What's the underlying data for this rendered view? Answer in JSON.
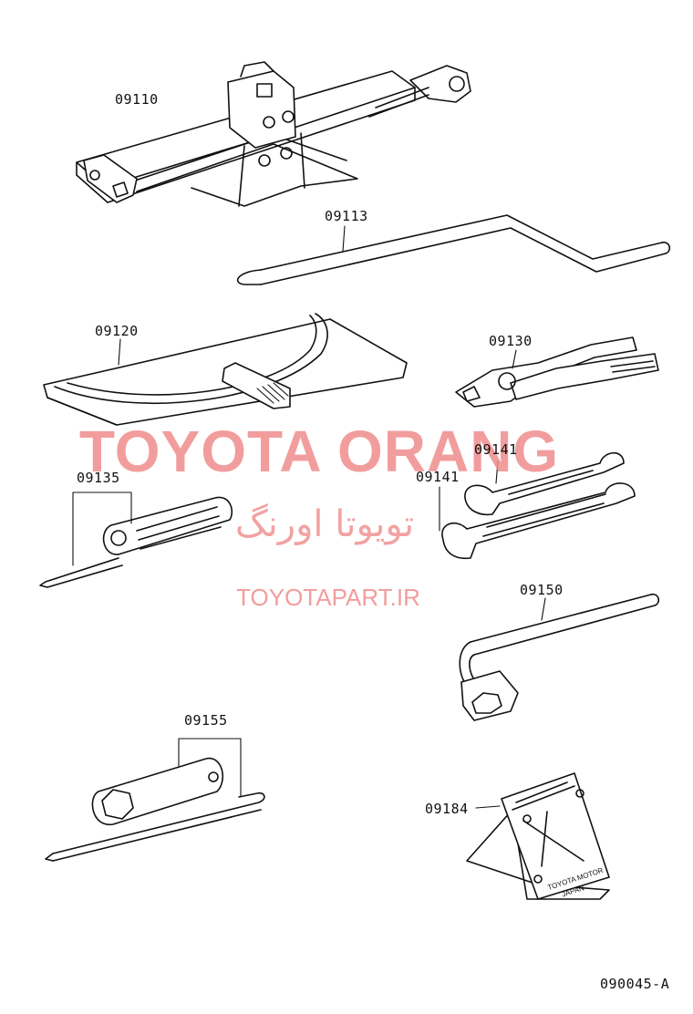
{
  "watermark": {
    "brand": "TOYOTA ORANG",
    "farsi": "تویوتا اورنگ",
    "website": "TOYOTAPART.IR"
  },
  "parts": {
    "jack": "09110",
    "jack_handle": "09113",
    "tool_bag": "09120",
    "pliers": "09130",
    "screwdriver": "09135",
    "wrench_upper": "09141",
    "wrench_lower": "09141",
    "lug_wrench": "09150",
    "plug_wrench": "09155",
    "warning_triangle": "09184"
  },
  "emblem_text": {
    "line1": "TOYOTA MOTOR",
    "line2": "JAPAN"
  },
  "figure_code": "090045-A"
}
